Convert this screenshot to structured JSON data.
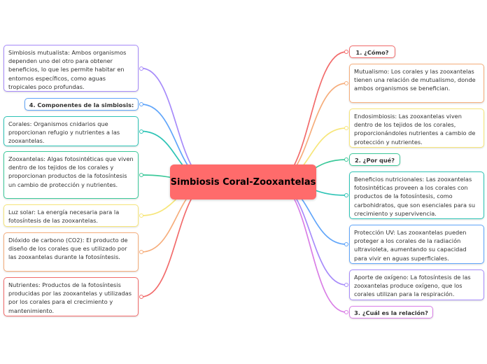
{
  "center": {
    "title": "Simbiosis Coral-Zooxantelas"
  },
  "left": [
    {
      "text": "Simbiosis mutualista: Ambos organismos dependen uno del otro para obtener beneficios, lo que les permite habitar en entornos específicos, como aguas tropicales poco profundas.",
      "color": "#a78bfa"
    },
    {
      "text": "4. Componentes de la simbiosis:",
      "color": "#60a5fa"
    },
    {
      "text": "Corales: Organismos cnidarios que proporcionan refugio y nutrientes a las zooxantelas.",
      "color": "#2ec4b6"
    },
    {
      "text": "Zooxantelas: Algas fotosintéticas que viven dentro de los tejidos de los corales y proporcionan productos de la fotosíntesis un cambio de protección y nutrientes.",
      "color": "#3cc99a"
    },
    {
      "text": "Luz solar: La energía necesaria para la fotosíntesis de las zooxantelas.",
      "color": "#f7e67a"
    },
    {
      "text": "Dióxido de carbono (CO2): El producto de diseño de los corales que es utilizado por las zooxantelas durante la fotosíntesis.",
      "color": "#f6ad7b"
    },
    {
      "text": "Nutrientes: Productos de la fotosíntesis producidas por las zooxantelas y utilizadas por los corales para el crecimiento y mantenimiento.",
      "color": "#f26b6b"
    }
  ],
  "right": [
    {
      "text": "1. ¿Cómo?",
      "color": "#f26b6b"
    },
    {
      "text": "Mutualismo: Los corales y las zooxantelas tienen una relación de mutualismo, donde ambos organismos se benefician.",
      "color": "#f6ad7b"
    },
    {
      "text": "Endosimbiosis: Las zooxantelas viven dentro de los tejidos de los corales, proporcionándoles nutrientes a cambio de protección y nutrientes.",
      "color": "#f7e67a"
    },
    {
      "text": "2. ¿Por qué?",
      "color": "#3cc99a"
    },
    {
      "text": "Beneficios nutricionales: Las zooxantelas fotosintéticas proveen a los corales con productos de la fotosíntesis, como carbohidratos, que son esenciales para su crecimiento y supervivencia.",
      "color": "#2ec4b6"
    },
    {
      "text": "Protección UV: Las zooxantelas pueden proteger a los corales de la radiación ultravioleta, aumentando su capacidad para vivir en aguas superficiales.",
      "color": "#60a5fa"
    },
    {
      "text": "Aporte de oxígeno: La fotosíntesis de las zooxantelas produce oxígeno, que los corales utilizan para la respiración.",
      "color": "#a78bfa"
    },
    {
      "text": "3. ¿Cuál es la relación?",
      "color": "#d97ee6"
    }
  ]
}
